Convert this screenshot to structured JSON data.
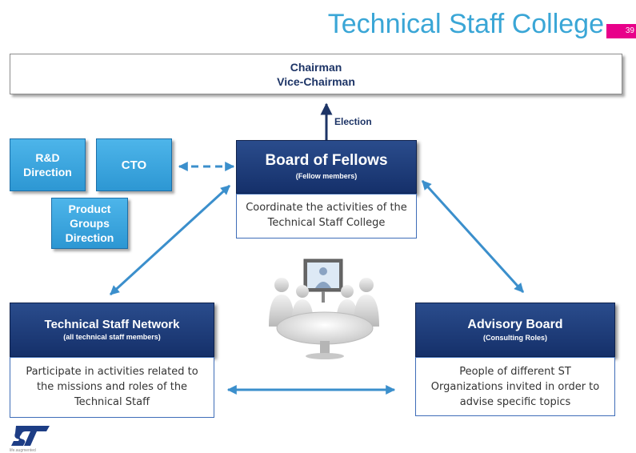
{
  "header": {
    "title": "Technical Staff College",
    "page_number": "39"
  },
  "leadership": {
    "line1": "Chairman",
    "line2": "Vice-Chairman"
  },
  "election_label": "Election",
  "side_boxes": {
    "rd_direction": "R&D Direction",
    "cto": "CTO",
    "product_groups": "Product Groups Direction"
  },
  "board": {
    "title": "Board of Fellows",
    "subtitle": "(Fellow members)",
    "description": "Coordinate the activities of the Technical Staff College"
  },
  "network": {
    "title": "Technical Staff Network",
    "subtitle": "(all technical staff members)",
    "description": "Participate in activities related to the missions and roles of the Technical Staff"
  },
  "advisory": {
    "title": "Advisory Board",
    "subtitle": "(Consulting Roles)",
    "description": "People of different ST Organizations invited  in order to advise specific topics"
  },
  "logo": {
    "name": "st-logo-icon",
    "tagline": "life.augmented"
  },
  "colors": {
    "title_blue": "#3aa6d6",
    "navy": "#1d3466",
    "cyan": "#2d97d3",
    "arrow": "#3b8fcc",
    "magenta": "#e8008a"
  }
}
